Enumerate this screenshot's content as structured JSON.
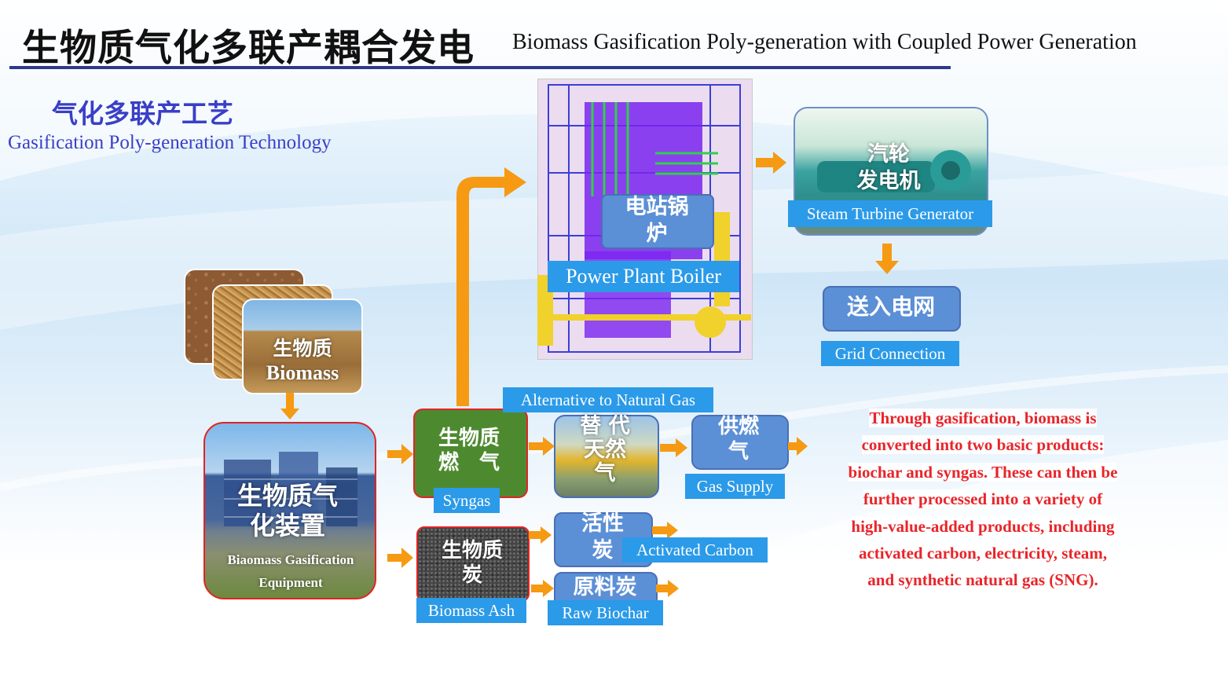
{
  "header": {
    "title_cn": "生物质气化多联产耦合发电",
    "title_en": "Biomass Gasification Poly-generation with Coupled Power Generation"
  },
  "section": {
    "title_cn": "气化多联产工艺",
    "title_en": "Gasification Poly-generation Technology"
  },
  "nodes": {
    "biomass": {
      "cn": "生物质",
      "en": "Biomass"
    },
    "equipment": {
      "cn": "生物质气化装置",
      "en": "Biaomass Gasification Equipment"
    },
    "syngas": {
      "cn_1": "生物质",
      "cn_2": "燃　气",
      "en": "Syngas"
    },
    "ash": {
      "cn_1": "生物质",
      "cn_2": "炭",
      "en": "Biomass Ash"
    },
    "boiler": {
      "cn": "电站锅炉",
      "en": "Power Plant Boiler"
    },
    "turbine": {
      "cn_1": "汽轮",
      "cn_2": "发电机",
      "en": "Steam Turbine Generator"
    },
    "grid": {
      "cn": "送入电网",
      "en": "Grid Connection"
    },
    "sng": {
      "cn_1": "替 代",
      "cn_2": "天然",
      "cn_3": "气",
      "en": "Alternative to Natural Gas"
    },
    "gas_supply": {
      "cn_1": "供燃",
      "cn_2": "气",
      "en": "Gas Supply"
    },
    "activated": {
      "cn_1": "活性",
      "cn_2": "炭",
      "en": "Activated Carbon"
    },
    "raw": {
      "cn": "原料炭",
      "en": "Raw Biochar"
    }
  },
  "note": {
    "lines": [
      "Through gasification, biomass is",
      "converted into two basic products:",
      "biochar and syngas. These can then be",
      "further processed into a variety of",
      "high-value-added products, including",
      "activated carbon, electricity, steam,",
      "and synthetic natural gas (SNG)."
    ]
  },
  "colors": {
    "accent_blue": "#2b9ae8",
    "arrow_orange": "#f59a12",
    "note_red": "#e8252a",
    "title_blue": "#3a3fc6"
  }
}
